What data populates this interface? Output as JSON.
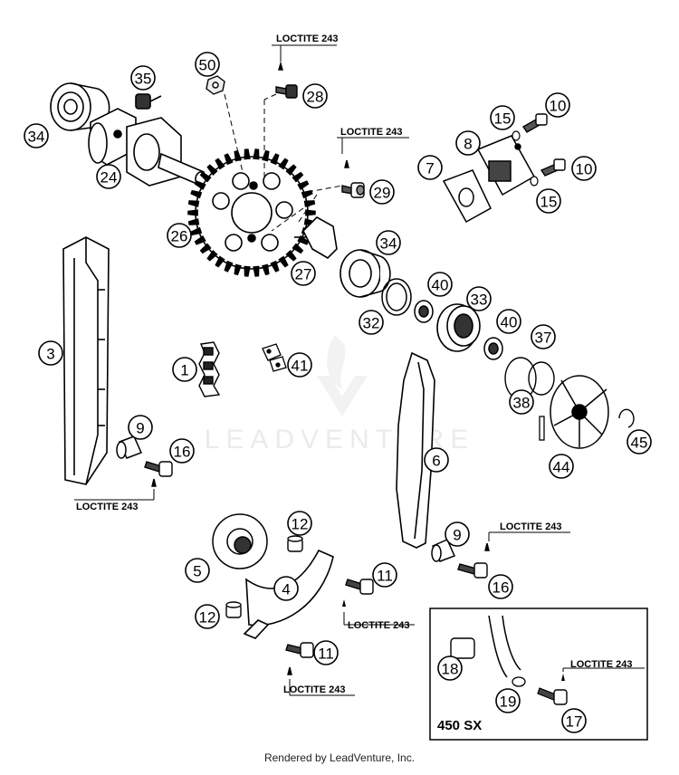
{
  "diagram": {
    "callouts": [
      "1",
      "3",
      "4",
      "5",
      "6",
      "7",
      "8",
      "9",
      "9",
      "10",
      "10",
      "11",
      "11",
      "12",
      "12",
      "15",
      "15",
      "16",
      "16",
      "17",
      "18",
      "19",
      "24",
      "26",
      "27",
      "28",
      "29",
      "32",
      "33",
      "34",
      "34",
      "35",
      "37",
      "38",
      "40",
      "40",
      "41",
      "44",
      "45",
      "50"
    ],
    "loctite_label": "LOCTITE 243",
    "inset_label": "450 SX",
    "watermark": "LEADVENTURE"
  },
  "footer": "Rendered by LeadVenture, Inc."
}
